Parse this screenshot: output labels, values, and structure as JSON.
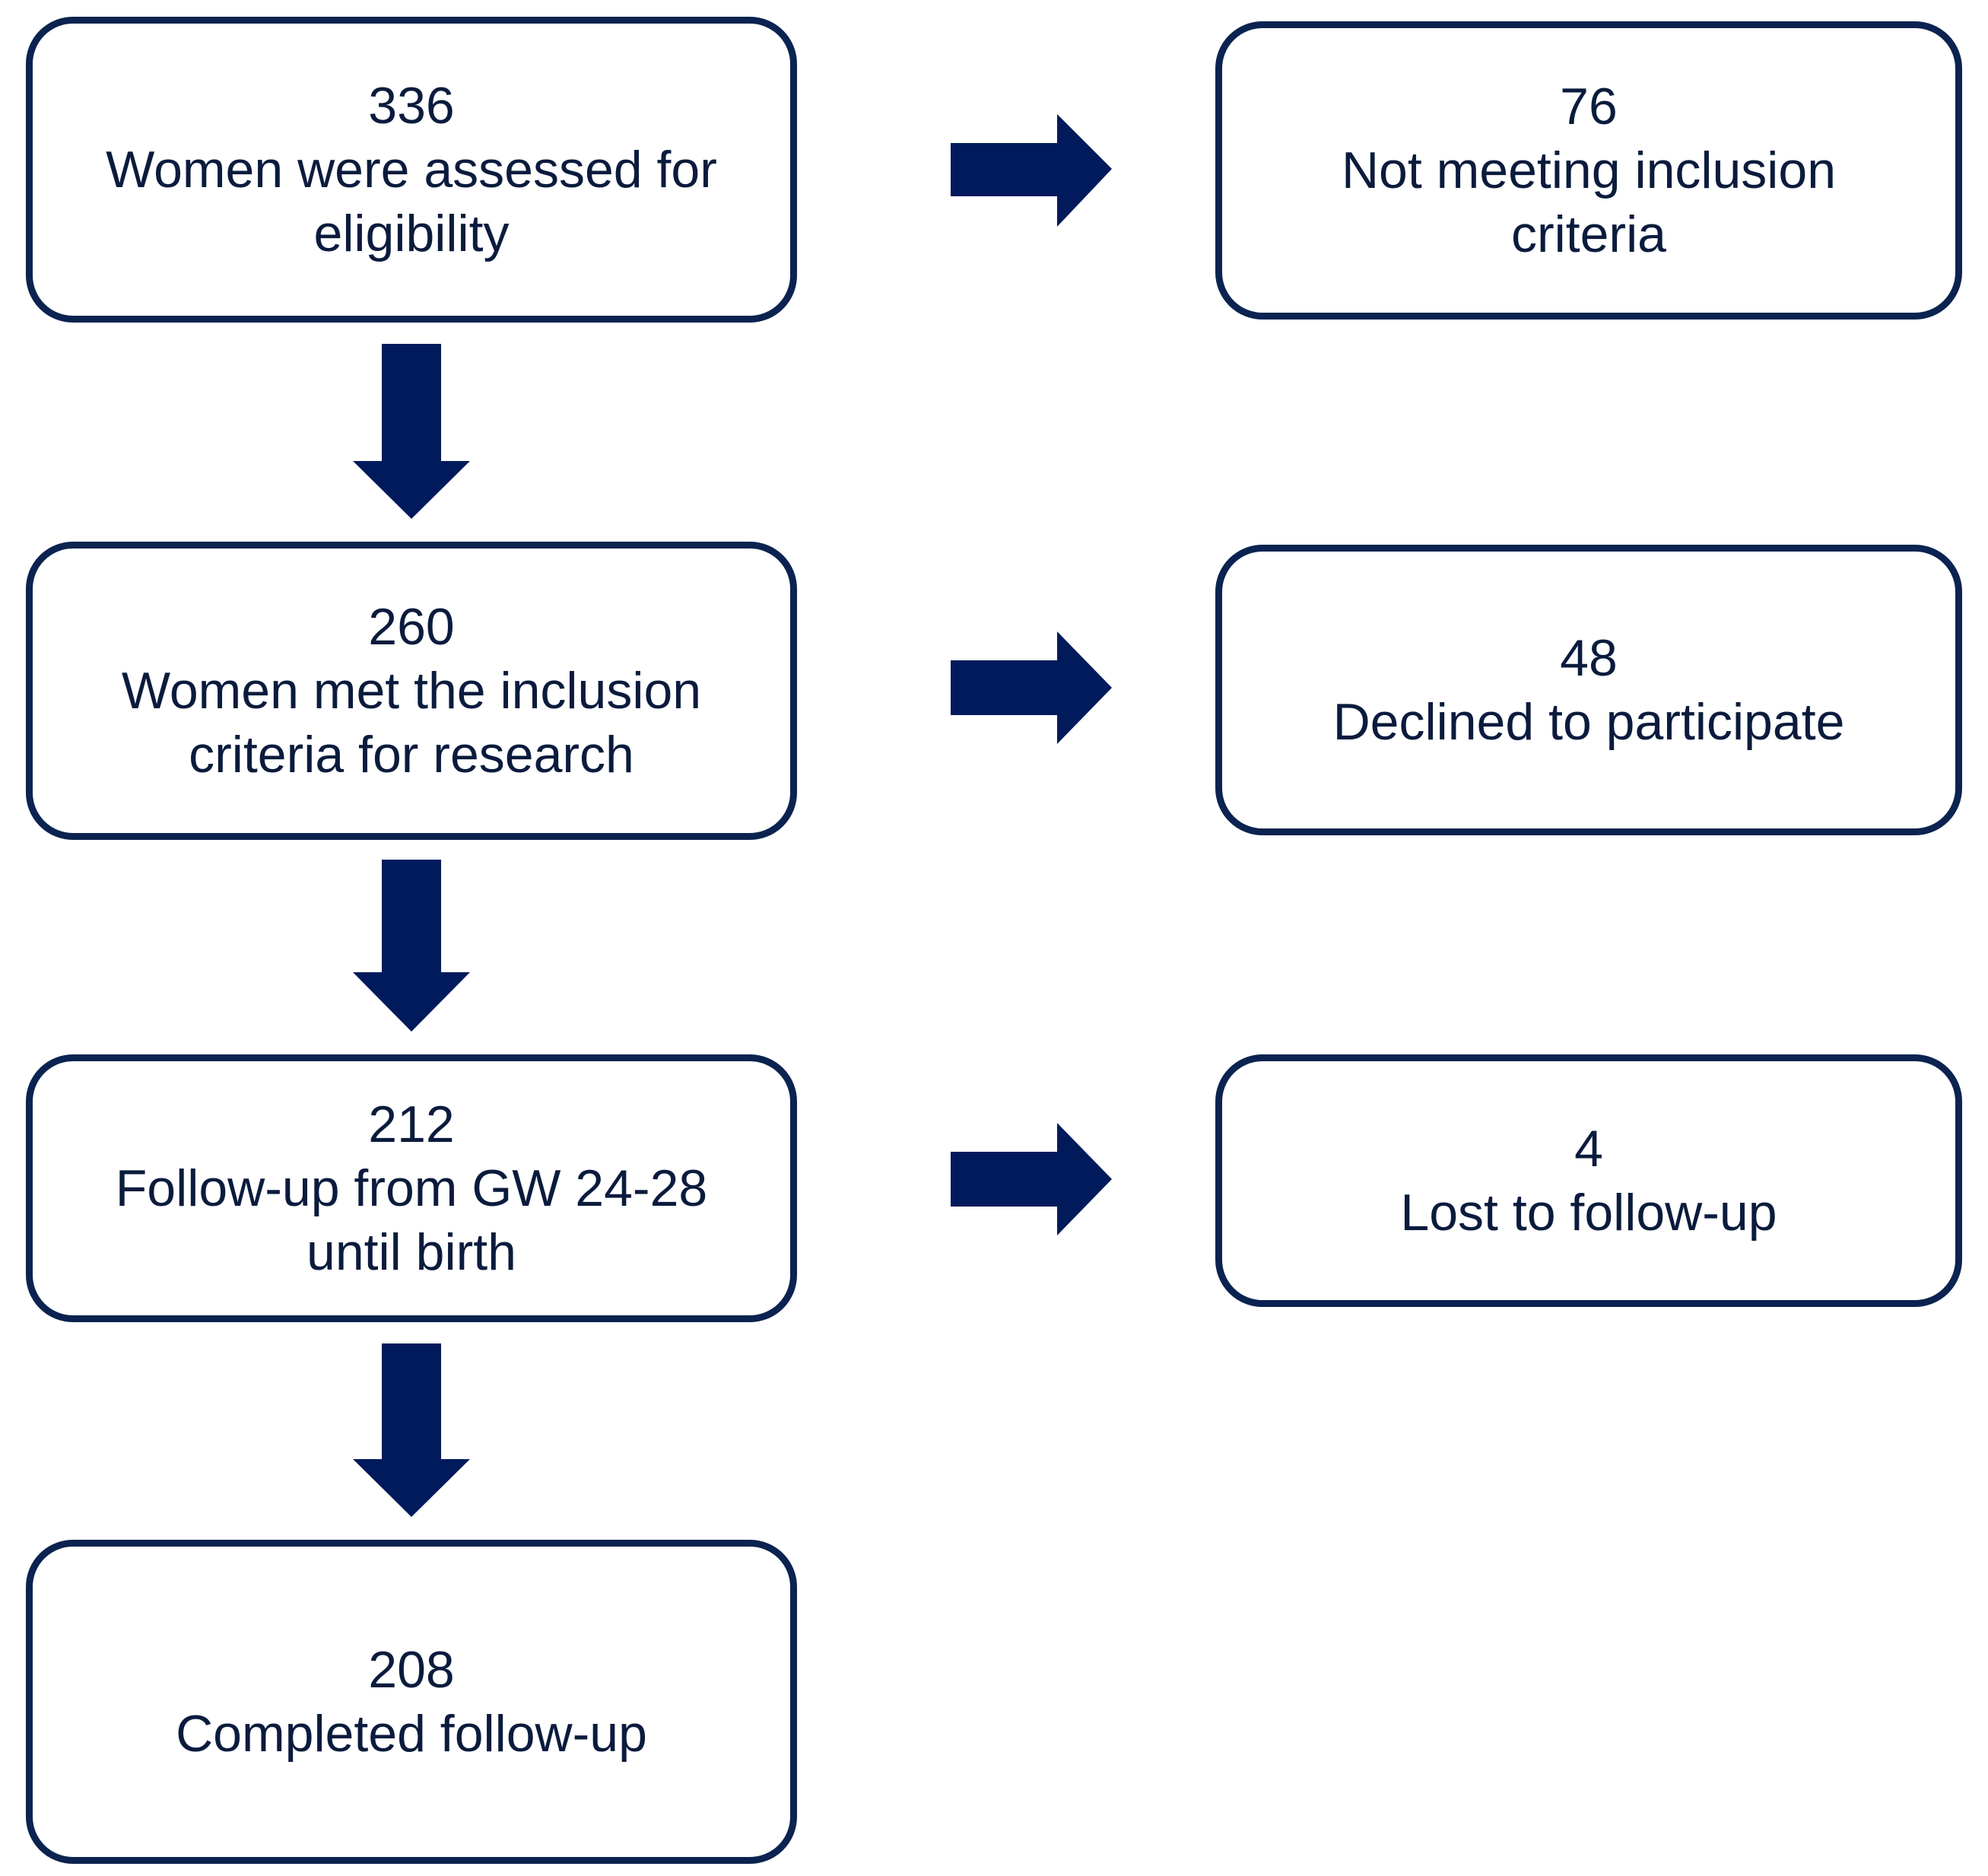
{
  "flow": {
    "main": [
      {
        "count": "336",
        "label": "Women were assessed for eligibility"
      },
      {
        "count": "260",
        "label": "Women met the inclusion criteria for research"
      },
      {
        "count": "212",
        "label": "Follow-up from GW 24-28 until birth"
      },
      {
        "count": "208",
        "label": "Completed follow-up"
      }
    ],
    "excluded": [
      {
        "count": "76",
        "label": "Not meeting inclusion criteria"
      },
      {
        "count": "48",
        "label": "Declined to participate"
      },
      {
        "count": "4",
        "label": "Lost to follow-up"
      }
    ]
  },
  "colors": {
    "box_border": "#0b2350",
    "arrow_fill": "#001a5c",
    "text": "#0b1b3d"
  }
}
